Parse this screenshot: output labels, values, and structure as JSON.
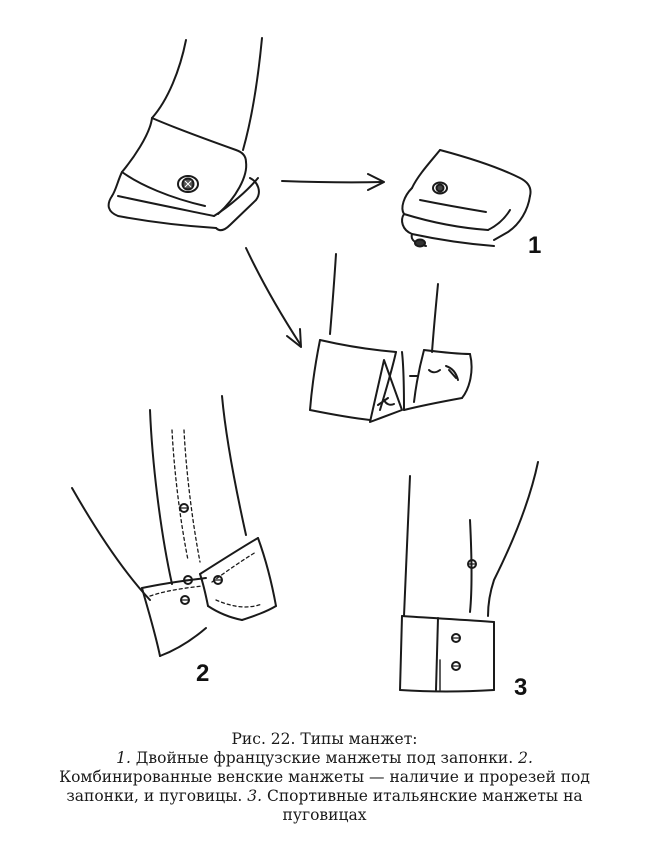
{
  "figure": {
    "labels": {
      "one": "1",
      "two": "2",
      "three": "3"
    }
  },
  "caption": {
    "title": "Рис. 22. Типы манжет:",
    "n1": "1.",
    "t1": " Двойные французские манжеты под запонки. ",
    "n2": "2.",
    "t2": " Комбинированные венские манжеты — наличие и прорезей под запонки, и пуговицы. ",
    "n3": "3.",
    "t3": " Спортивные итальянские манжеты на пуговицах"
  }
}
